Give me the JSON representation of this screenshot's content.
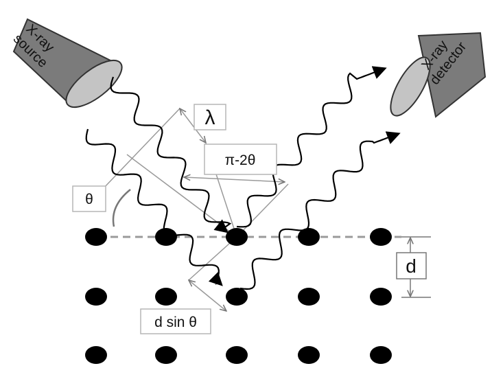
{
  "labels": {
    "source": [
      "X-ray",
      "source"
    ],
    "detector": [
      "X-ray",
      "detector"
    ],
    "wavelength": "λ",
    "path_angle": "π-2θ",
    "angle": "θ",
    "spacing": "d",
    "path_difference": "d sin θ"
  },
  "colors": {
    "tube_fill": "#7b7b7b",
    "tube_face": "#c4c4c4",
    "atom": "#000000",
    "wave": "#000000",
    "construction": "#9a9a9a",
    "label_border": "#b5b5b5"
  },
  "lattice": {
    "rows": 3,
    "columns": 5
  }
}
